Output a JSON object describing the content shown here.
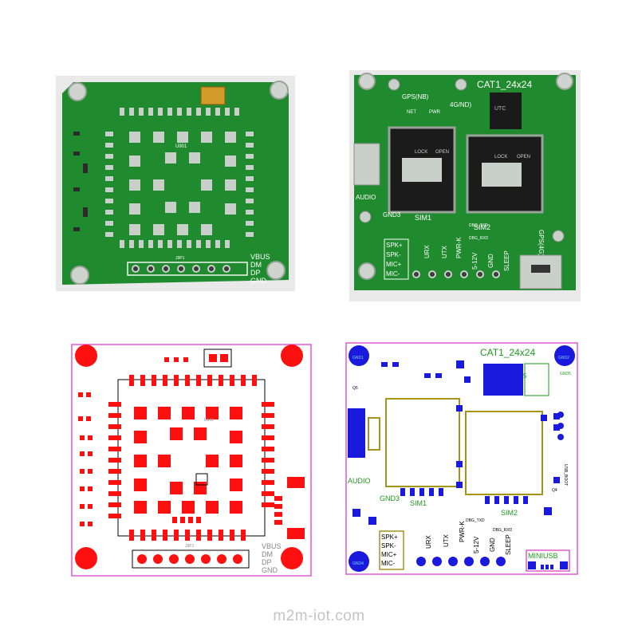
{
  "top_left": {
    "label_u1": "U901",
    "label_j1": "J9P1",
    "pins": [
      "VBUS",
      "DM",
      "DP",
      "GND"
    ]
  },
  "top_right": {
    "title": "CAT1_24x24",
    "gps_nb": "GPS(NB)",
    "lte_nd": "4G/ND)",
    "net": "NET",
    "pwr": "PWR",
    "sim1": "SIM1",
    "sim2": "SIM2",
    "audio": "AUDIO",
    "gnd3": "GND3",
    "gps4g": "GPS(4G)",
    "spk_p": "SPK+",
    "spk_m": "SPK-",
    "mic_p": "MIC+",
    "mic_m": "MIC-",
    "urx": "URX",
    "utx": "UTX",
    "pwrk": "PWR-K",
    "v512": "5-12V",
    "gnd": "GND",
    "sleep": "SLEEP",
    "chip": "UTC",
    "open": "OPEN",
    "lock": "LOCK",
    "dbg_tx": "DBG_TXD",
    "dbg_rx": "DBG_RXD"
  },
  "bottom_left": {
    "label_u1": "U901",
    "label_j1": "J9P1",
    "pins": [
      "VBUS",
      "DM",
      "DP",
      "GND"
    ]
  },
  "bottom_right": {
    "title": "CAT1_24x24",
    "gnd1": "GND1",
    "gnd2": "GND2",
    "gnd4": "GND4",
    "gnd5": "GND5",
    "audio": "AUDIO",
    "gnd3": "GND3",
    "sim1": "SIM1",
    "sim2": "SIM2",
    "spk_p": "SPK+",
    "spk_m": "SPK-",
    "mic_p": "MIC+",
    "mic_m": "MIC-",
    "urx": "URX",
    "utx": "UTX",
    "pwrk": "PWR-K",
    "v512": "5-12V",
    "gnd": "GND",
    "sleep": "SLEEP",
    "miniusb": "MINIUSB",
    "dbg_tx": "DBG_TXD",
    "dbg_rx": "DBG_RXD",
    "usb_boot": "USB_BOOT",
    "q5": "Q5",
    "q4": "Q4",
    "num5": "5"
  },
  "watermark": "m2m-iot.com",
  "colors": {
    "pcb_green": "#1f8a2e",
    "silk": "#ffffff",
    "pad_red": "#ff1010",
    "pad_blue": "#1a1adf",
    "outline_pink": "#e05ad0",
    "silk_green": "#1e9a1e",
    "trace_olive": "#a7921a"
  }
}
